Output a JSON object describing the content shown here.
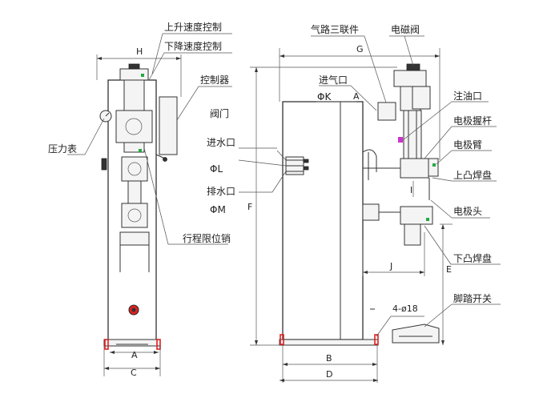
{
  "labels": {
    "speed_up": "上升速度控制",
    "speed_down": "下降速度控制",
    "controller": "控制器",
    "valve": "阀门",
    "water_in": "进水口",
    "water_in_dim": "ΦL",
    "water_out": "排水口",
    "water_out_dim": "ΦM",
    "pressure_gauge": "压力表",
    "stroke_pin": "行程限位销",
    "air_triple": "气路三联件",
    "solenoid_valve": "电磁阀",
    "air_in": "进气口",
    "air_in_dim": "ΦK",
    "oil_port": "注油口",
    "electrode_holder": "电极握杆",
    "electrode_arm": "电极臂",
    "upper_plate": "上凸焊盘",
    "electrode_head": "电极头",
    "lower_plate": "下凸焊盘",
    "foot_switch": "脚踏开关",
    "holes": "4-ø18"
  },
  "dims": {
    "H": "H",
    "A": "A",
    "C": "C",
    "G": "G",
    "F": "F",
    "E": "E",
    "J": "J",
    "B": "B",
    "D": "D",
    "A2": "A",
    "I": "I"
  },
  "colors": {
    "line": "#333333",
    "accent_red": "#dd2222",
    "accent_green": "#22aa44",
    "accent_magenta": "#cc33cc"
  }
}
